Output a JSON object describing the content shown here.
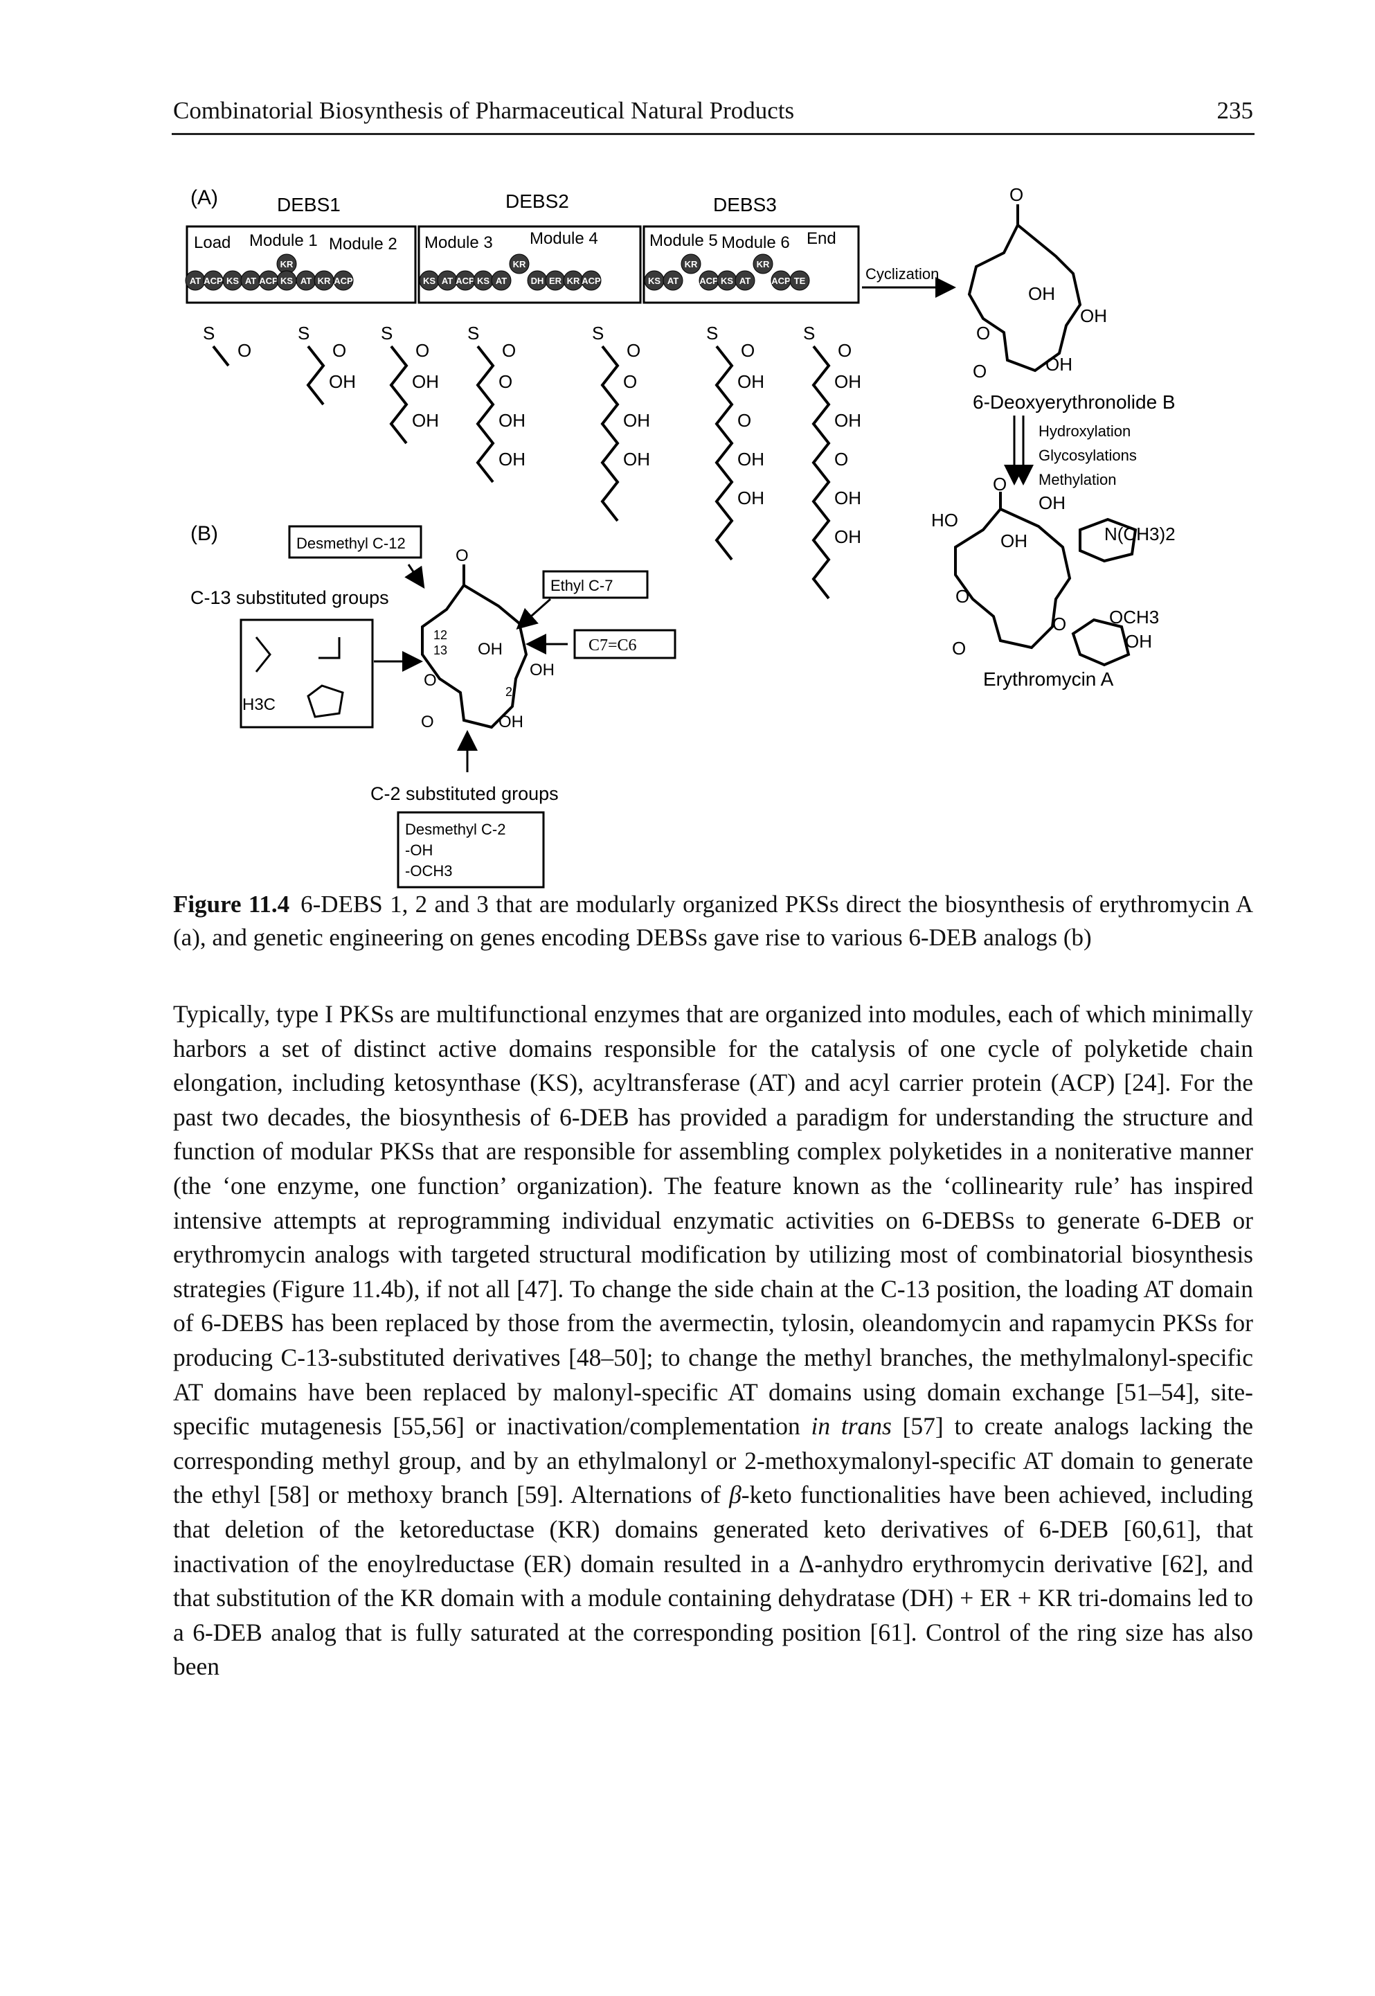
{
  "header": {
    "running_title": "Combinatorial Biosynthesis of Pharmaceutical Natural Products",
    "page_number": "235"
  },
  "figure": {
    "panel_a_label": "(A)",
    "panel_b_label": "(B)",
    "debs1": "DEBS1",
    "debs2": "DEBS2",
    "debs3": "DEBS3",
    "modules": [
      "Load",
      "Module 1",
      "Module 2",
      "Module 3",
      "Module 4",
      "Module 5",
      "Module 6",
      "End"
    ],
    "domains": {
      "at": "AT",
      "acp": "ACP",
      "ks": "KS",
      "kr": "KR",
      "dh": "DH",
      "er": "ER",
      "te": "TE"
    },
    "cyclization": "Cyclization",
    "deoxyerythronolide": "6-Deoxyerythronolide B",
    "steps": [
      "Hydroxylation",
      "Glycosylations",
      "Methylation"
    ],
    "erythromycin": "Erythromycin A",
    "oh": "OH",
    "o": "O",
    "ho": "HO",
    "s": "S",
    "nme2": "N(CH3)2",
    "och3": "OCH3",
    "desmethyl_c12": "Desmethyl C-12",
    "ethyl_c7": "Ethyl C-7",
    "c7c6": "C7=C6",
    "c13_groups": "C-13 substituted groups",
    "h3c": "H3C",
    "c2_groups": "C-2 substituted groups",
    "c2_box": [
      "Desmethyl C-2",
      "-OH",
      "-OCH3"
    ],
    "num_12": "12",
    "num_13": "13",
    "num_2": "2"
  },
  "caption": {
    "label": "Figure 11.4",
    "text": "6-DEBS 1, 2 and 3 that are modularly organized PKSs direct the biosynthesis of erythromycin A (a), and genetic engineering on genes encoding DEBSs gave rise to various 6-DEB analogs (b)"
  },
  "body": {
    "paragraph_before_beta": "Typically, type I PKSs are multifunctional enzymes that are organized into modules, each of which minimally harbors a set of distinct active domains responsible for the catalysis of one cycle of polyketide chain elongation, including ketosynthase (KS), acyltransferase (AT) and acyl carrier protein (ACP) [24]. For the past two decades, the biosynthesis of 6-DEB has provided a paradigm for understanding the structure and function of modular PKSs that are responsible for assembling complex polyketides in a noniterative manner (the ‘one enzyme, one function’ organization). The feature known as the ‘collinearity rule’ has inspired intensive attempts at reprogramming individual enzymatic activities on 6-DEBSs to generate 6-DEB or erythromycin analogs with targeted structural modification by utilizing most of combinatorial biosynthesis strategies (Figure 11.4b), if not all [47]. To change the side chain at the C-13 position, the loading AT domain of 6-DEBS has been replaced by those from the avermectin, tylosin, oleandomycin and rapamycin PKSs for producing C-13-substituted derivatives [48–50]; to change the methyl branches, the methylmalonyl-specific AT domains have been replaced by malonyl-specific AT domains using domain exchange [51–54], site-specific mutagenesis [55,56] or inactivation/complementation ",
    "in_trans": "in trans",
    "paragraph_mid": " [57] to create analogs lacking the corresponding methyl group, and by an ethylmalonyl or 2-methoxymalonyl-specific AT domain to generate the ethyl [58] or methoxy branch [59]. Alternations of ",
    "beta": "β",
    "paragraph_after_beta": "-keto functionalities have been achieved, including that deletion of the ketoreductase (KR) domains generated keto derivatives of 6-DEB [60,61], that inactivation of the enoylreductase (ER) domain resulted in a Δ-anhydro erythromycin derivative [62], and that substitution of the KR domain with a module containing dehydratase (DH) + ER + KR tri-domains led to a 6-DEB analog that is fully saturated at the corresponding position [61]. Control of the ring size has also been"
  }
}
